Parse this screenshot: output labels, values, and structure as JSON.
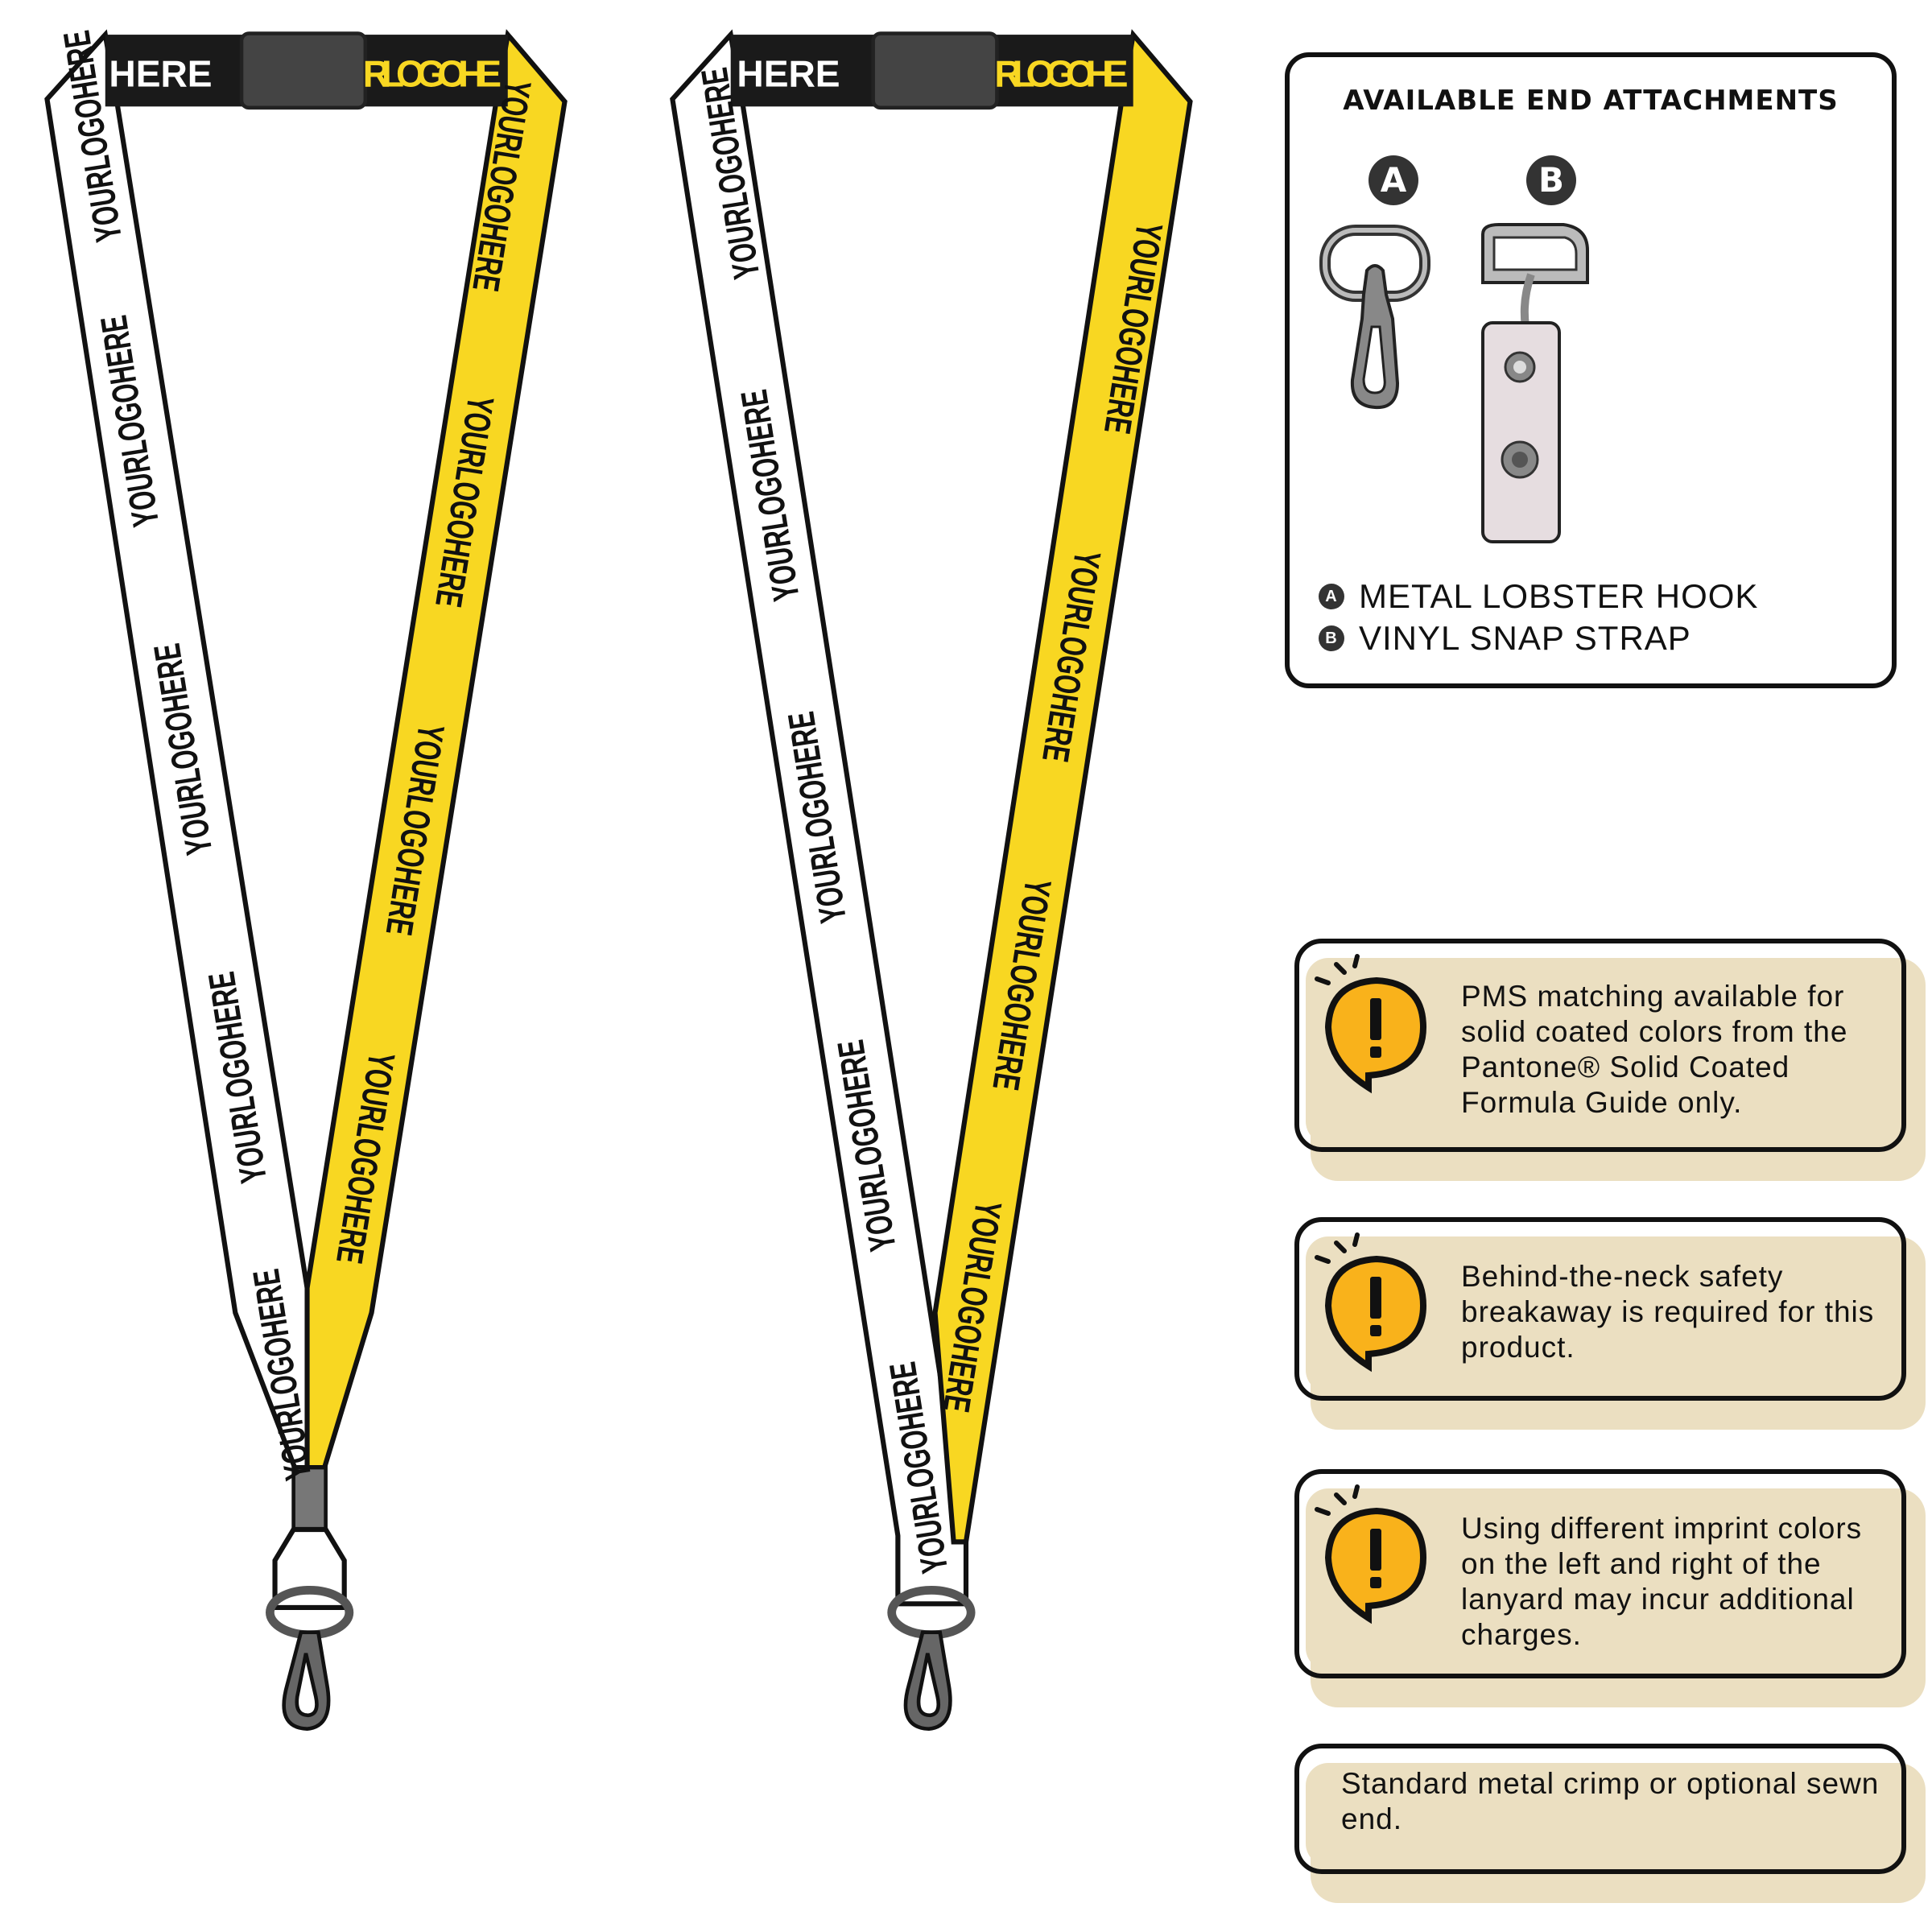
{
  "lanyards": {
    "strap_text": "YOURLOGOHERE",
    "top_band_left": "HERE",
    "top_band_right": "RLOGOHE",
    "colors": {
      "left_strap": "#ffffff",
      "right_strap": "#f8d722",
      "band": "#1a1a1a",
      "outline": "#111111"
    }
  },
  "attachments": {
    "title": "AVAILABLE END ATTACHMENTS",
    "items": [
      {
        "badge": "A",
        "label": "METAL LOBSTER HOOK",
        "icon": "lobster-hook-icon"
      },
      {
        "badge": "B",
        "label": "VINYL SNAP STRAP",
        "icon": "vinyl-snap-strap-icon"
      }
    ]
  },
  "notes": [
    {
      "text": "PMS matching available for solid coated colors from the Pantone® Solid Coated Formula Guide only.",
      "icon": "alert-bubble-icon"
    },
    {
      "text": "Behind-the-neck safety breakaway is required for this product.",
      "icon": "alert-bubble-icon"
    },
    {
      "text": "Using different imprint colors on the left and right of the lanyard may incur additional charges.",
      "icon": "alert-bubble-icon"
    },
    {
      "text": "Standard metal crimp or optional sewn end."
    }
  ],
  "colors": {
    "note_bg": "#ebdfc1",
    "alert": "#f9b21b",
    "badge": "#333333"
  }
}
